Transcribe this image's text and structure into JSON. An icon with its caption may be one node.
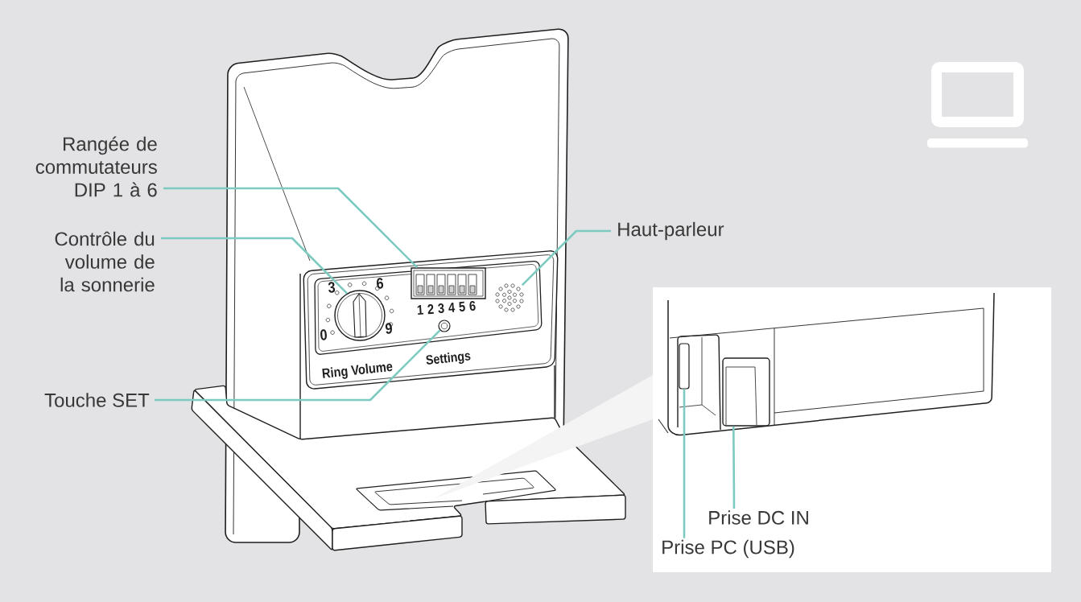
{
  "diagram": {
    "nodes": [
      {
        "text": [
          "Rangée de commutateurs DIP 1 à 6"
        ]
      },
      {
        "text": [
          "Contrôle du volume de la sonnerie"
        ]
      },
      {
        "text": [
          "Haut-parleur"
        ]
      },
      {
        "text": [
          "Touche SET"
        ]
      },
      {
        "text": [],
        "shape": "box"
      },
      {
        "text": [],
        "shape": "circle"
      },
      {
        "text": [],
        "shape": "circle"
      },
      {
        "text": [],
        "shape": "circle"
      },
      {
        "text": [],
        "shape": "box"
      },
      {
        "text": [],
        "shape": "box",
        "in": 8
      },
      {
        "text": [],
        "shape": "box",
        "in": 8
      },
      {
        "text": [
          "Prise DC IN"
        ],
        "in": 8
      },
      {
        "text": [
          "Prise PC (USB)"
        ],
        "in": 8
      }
    ],
    "edges": [
      {
        "from": 0,
        "to": 4,
        "arrow": "none"
      },
      {
        "from": 1,
        "to": 5,
        "arrow": "none"
      },
      {
        "from": 2,
        "to": 6,
        "arrow": "none"
      },
      {
        "from": 3,
        "to": 7,
        "arrow": "none"
      },
      {
        "from": 11,
        "to": 10,
        "arrow": "none"
      },
      {
        "from": 12,
        "to": 9,
        "arrow": "none"
      }
    ],
    "labels": [
      "3",
      "6",
      "1",
      "2",
      "3",
      "4",
      "5",
      "6",
      "0",
      "9",
      "Ring Volume",
      "Settings"
    ]
  }
}
